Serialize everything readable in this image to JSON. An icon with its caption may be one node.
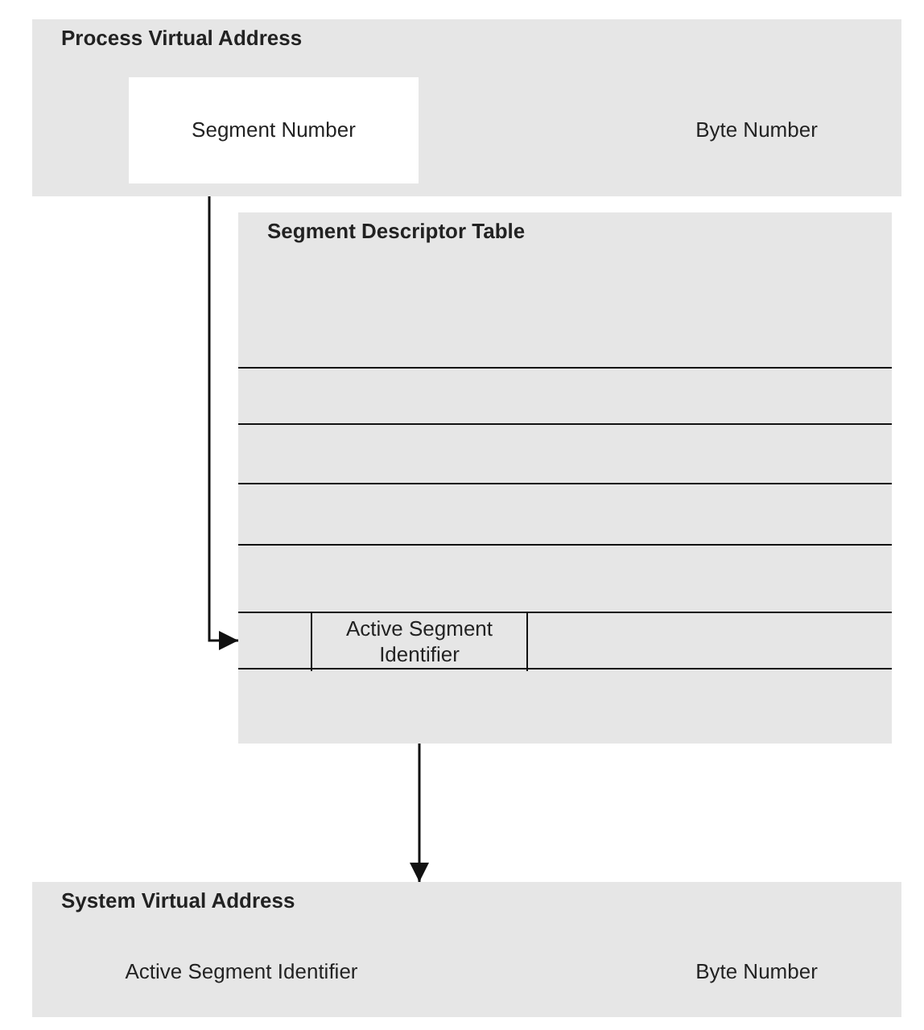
{
  "diagram": {
    "nodes": [
      {
        "text": [
          "Process Virtual Address"
        ]
      },
      {
        "text": [
          "Segment Number"
        ],
        "in": 0
      },
      {
        "text": [
          "Byte Number"
        ],
        "in": 0
      },
      {
        "text": [
          "Segment Descriptor Table"
        ]
      },
      {
        "text": [],
        "shape": "box",
        "in": 3
      },
      {
        "text": [
          "Active Segment Identifier"
        ],
        "in": 4
      },
      {
        "text": [
          "System Virtual Address"
        ]
      },
      {
        "text": [
          "Active Segment Identifier"
        ],
        "in": 6
      },
      {
        "text": [
          "Byte Number"
        ],
        "in": 6
      }
    ],
    "edges": [
      {
        "from": 1,
        "to": 4,
        "arrow": "to"
      },
      {
        "from": 5,
        "to": 6,
        "arrow": "to"
      }
    ]
  }
}
